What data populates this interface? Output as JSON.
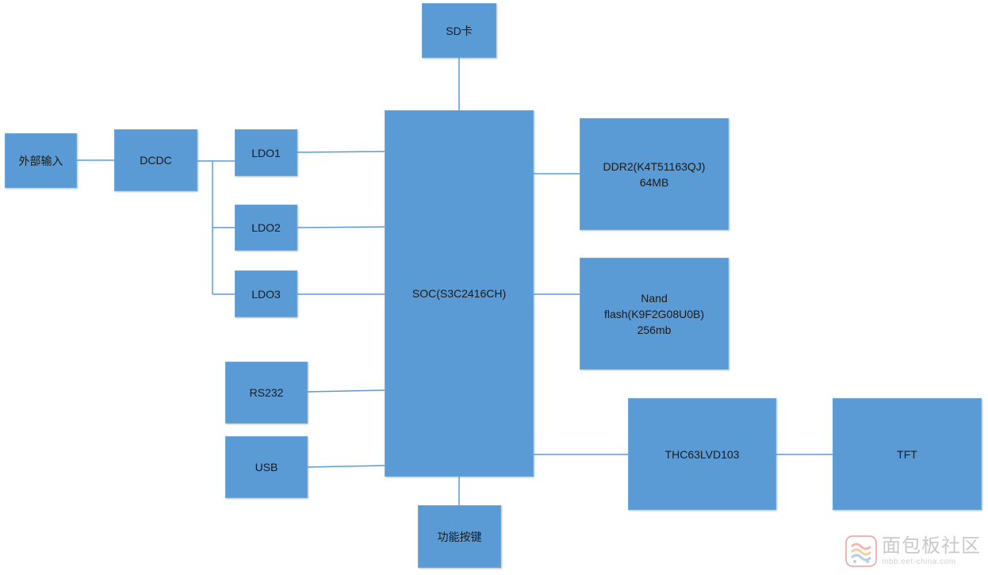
{
  "blocks": {
    "external_input": "外部输入",
    "dcdc": "DCDC",
    "ldo1": "LDO1",
    "ldo2": "LDO2",
    "ldo3": "LDO3",
    "sd_card": "SD卡",
    "soc": "SOC(S3C2416CH)",
    "ddr2": "DDR2(K4T51163QJ)\n64MB",
    "nand": "Nand\nflash(K9F2G08U0B)\n256mb",
    "rs232": "RS232",
    "usb": "USB",
    "thc63lvd103": "THC63LVD103",
    "tft": "TFT",
    "function_keys": "功能按键"
  },
  "colors": {
    "block_fill": "#5b9bd5",
    "connector": "#5b9bd5",
    "text": "#1a1a1a",
    "background": "#ffffff"
  },
  "watermark": {
    "title": "面包板社区",
    "url": "mbb.eet-china.com",
    "icon": "mianbaoban-logo-icon"
  }
}
